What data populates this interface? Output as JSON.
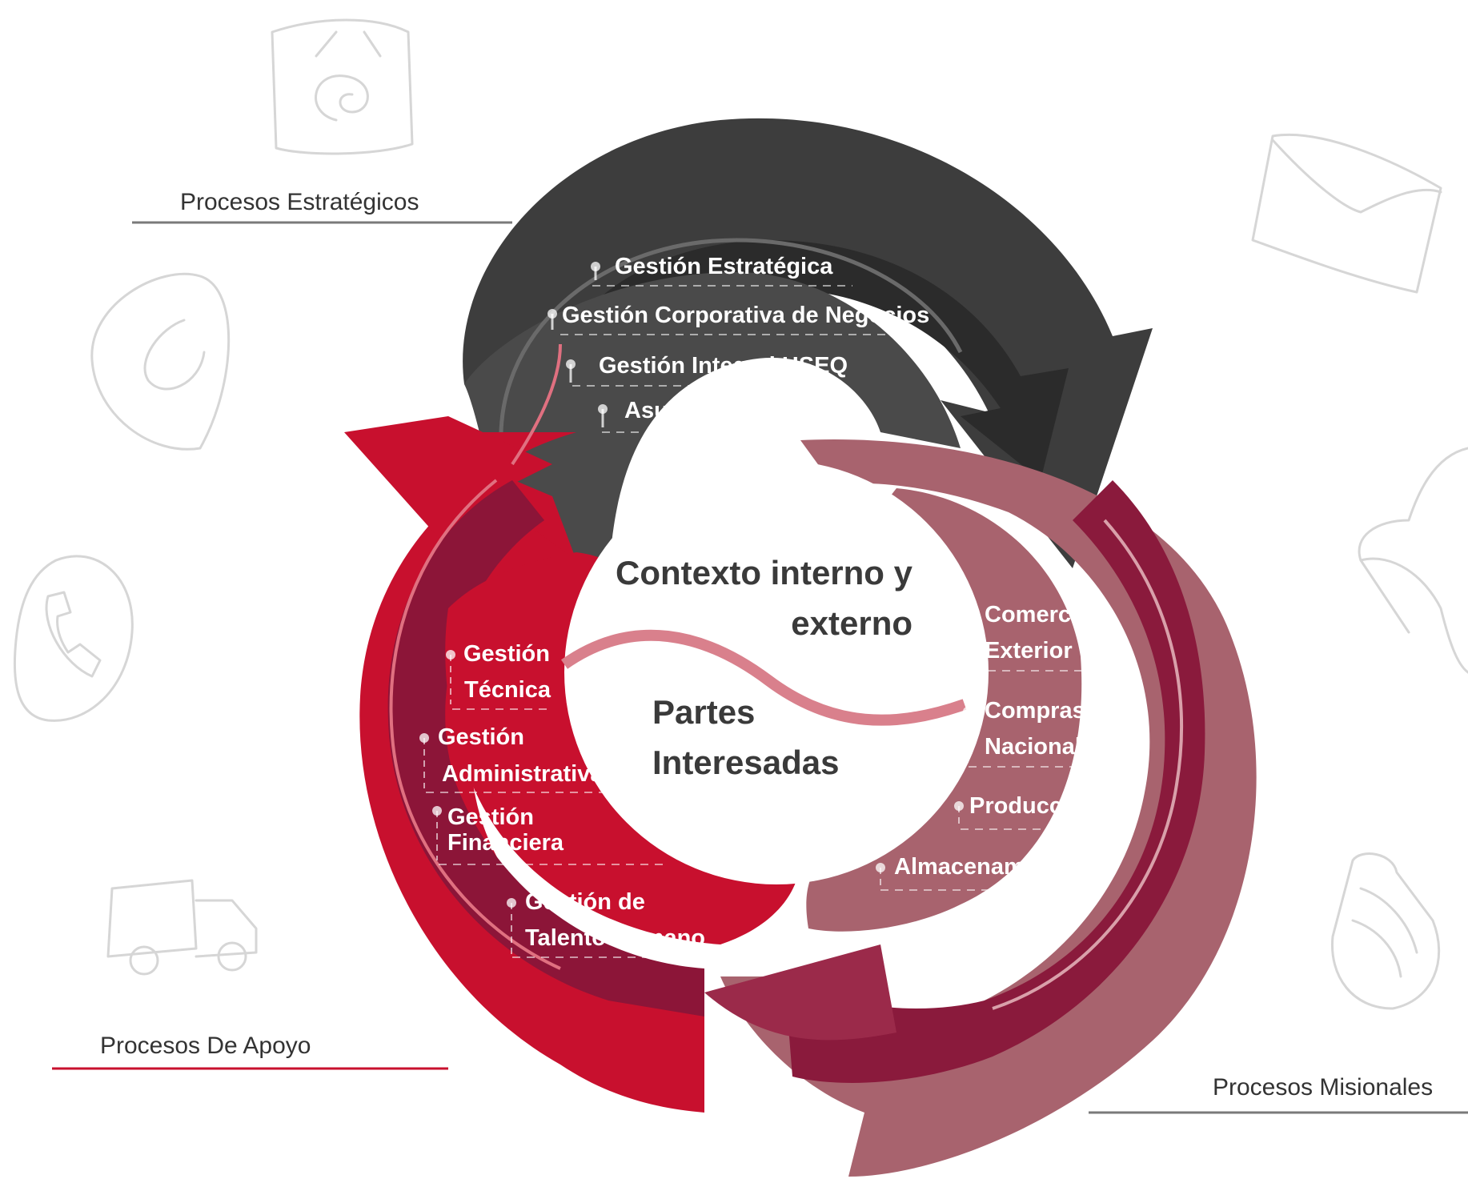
{
  "categories": {
    "strategic": "Procesos Estratégicos",
    "support": "Procesos De Apoyo",
    "missional": "Procesos Misionales"
  },
  "center": {
    "line1": "Contexto interno y",
    "line2": "externo",
    "line3": "Partes",
    "line4": "Interesadas"
  },
  "strategic_items": [
    "Gestión Estratégica",
    "Gestión Corporativa de Negocios",
    "Gestión Integral HSEQ",
    "Asuntos Regulatorios"
  ],
  "support_items": [
    {
      "line1": "Gestión",
      "line2": "Técnica"
    },
    {
      "line1": "Gestión",
      "line2": "Administrativa"
    },
    {
      "line1": "Gestión",
      "line2": "Financiera"
    },
    {
      "line1": "Gestión de",
      "line2": "Talento Humano"
    }
  ],
  "missional_items": [
    {
      "line1": "Comercio",
      "line2": "Exterior"
    },
    {
      "line1": "Compras",
      "line2": "Nacionales"
    },
    {
      "line1": "Producción",
      "line2": ""
    },
    {
      "line1": "Almacenamiento",
      "line2": ""
    }
  ],
  "colors": {
    "strategic_dark": "#2b2b2b",
    "strategic_mid": "#4a4a4a",
    "support_red": "#c8102e",
    "support_dark": "#8c1538",
    "missional_rose": "#a8636e",
    "missional_dark": "#8a1a3c",
    "center_wave": "#d9808c"
  },
  "icons": [
    "camera-doodle-icon",
    "envelope-doodle-icon",
    "heart-doodle-icon",
    "phone-doodle-icon",
    "truck-doodle-icon",
    "bird-doodle-icon",
    "jar-doodle-icon"
  ]
}
